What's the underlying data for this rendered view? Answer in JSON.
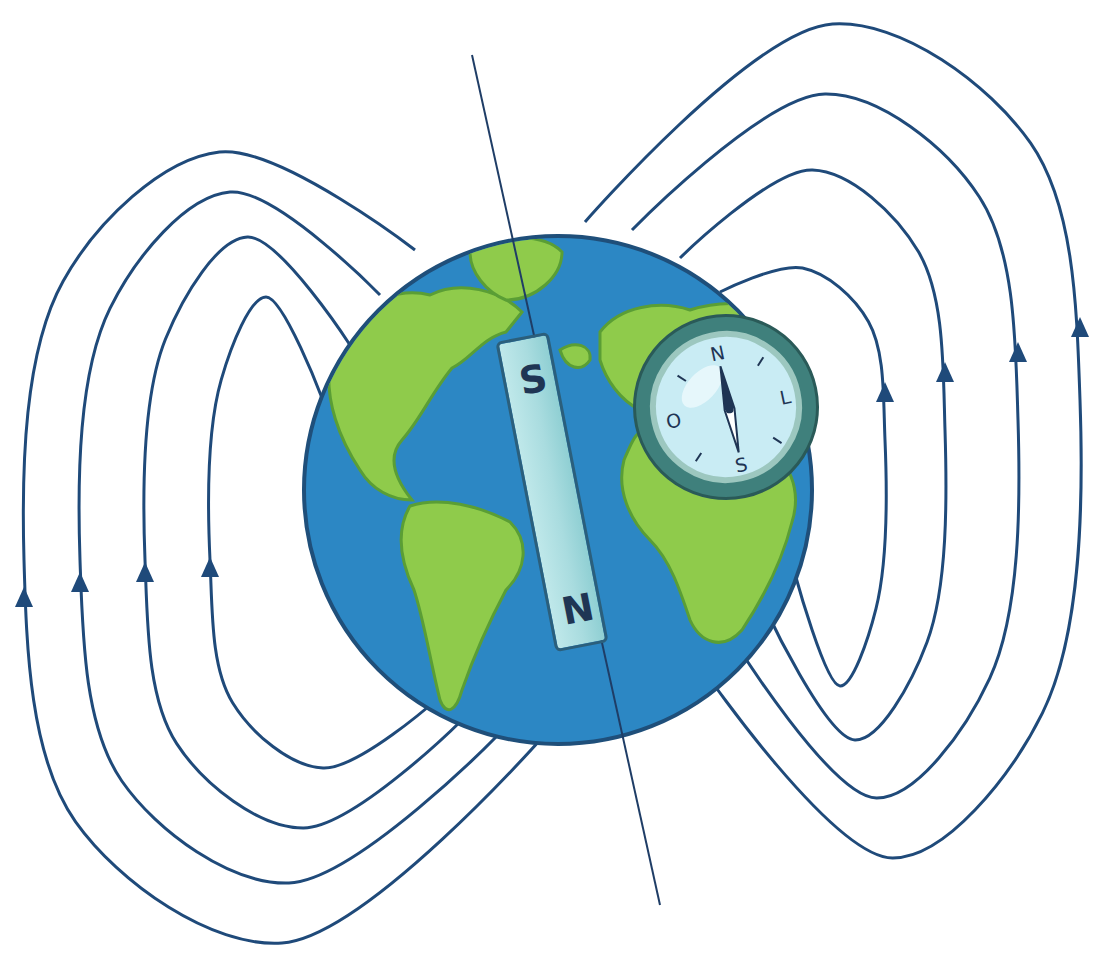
{
  "diagram": {
    "nodes": [
      {
        "text": [
          "S",
          "N"
        ]
      },
      {
        "text": [
          "N",
          "O",
          "S",
          "L"
        ]
      }
    ]
  }
}
